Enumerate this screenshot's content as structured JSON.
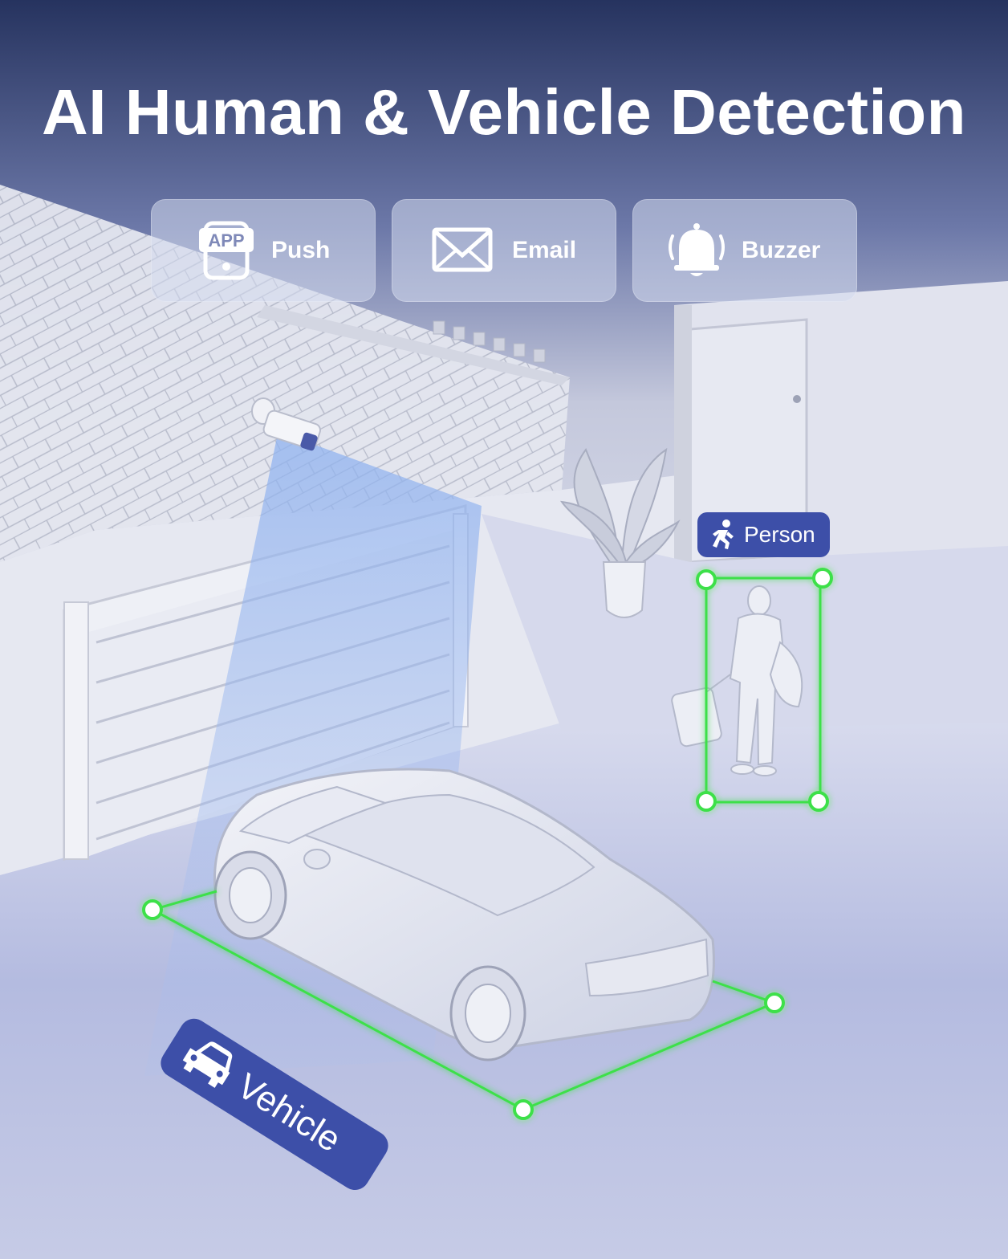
{
  "title": "AI Human & Vehicle Detection",
  "alerts": [
    {
      "label": "Push",
      "icon": "app-phone-icon",
      "icon_text": "APP"
    },
    {
      "label": "Email",
      "icon": "envelope-icon"
    },
    {
      "label": "Buzzer",
      "icon": "bell-icon"
    }
  ],
  "detections": {
    "person": {
      "label": "Person",
      "icon": "running-person-icon"
    },
    "vehicle": {
      "label": "Vehicle",
      "icon": "car-icon"
    }
  },
  "colors": {
    "header_top": "#26335f",
    "tag_blue": "#3d4fa8",
    "detect_green": "#3ee04a",
    "floor": "#b4bbe0"
  }
}
